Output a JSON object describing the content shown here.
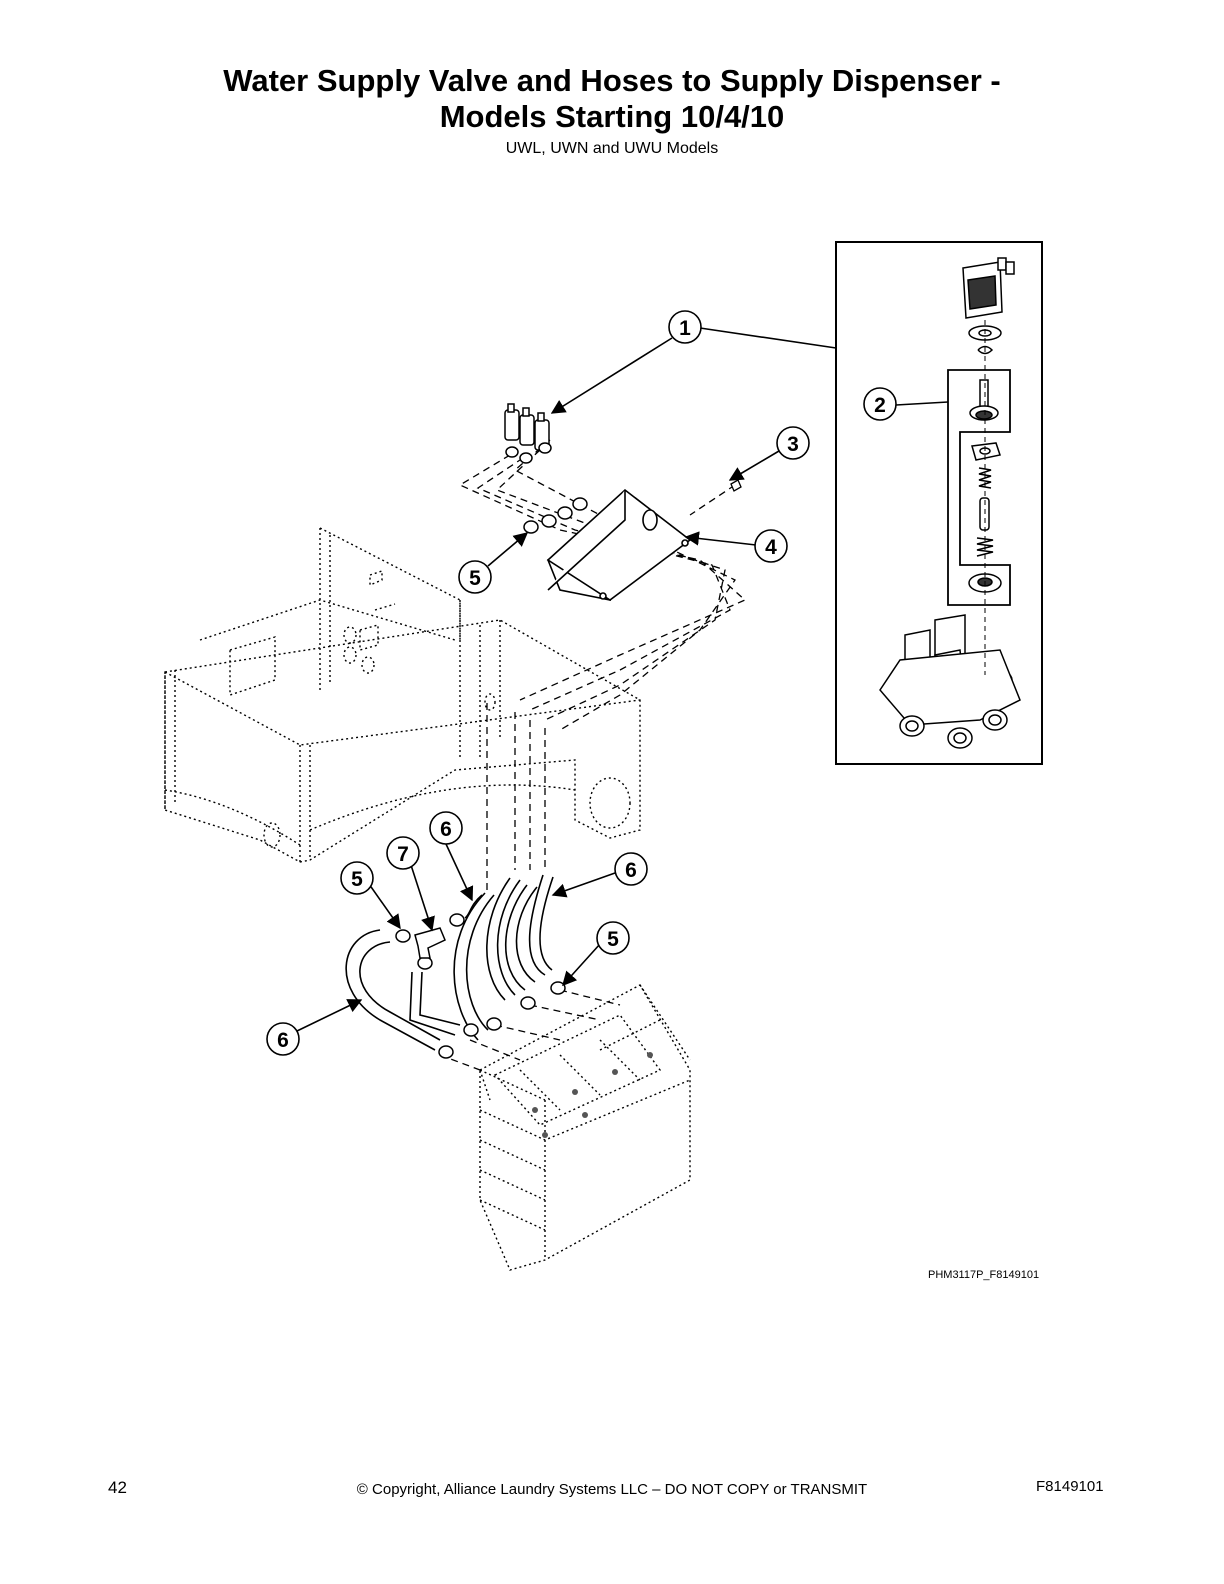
{
  "header": {
    "title_line1": "Water Supply Valve and Hoses to Supply Dispenser -",
    "title_line2": "Models Starting 10/4/10",
    "subtitle": "UWL, UWN and UWU Models"
  },
  "diagram": {
    "figure_code": "PHM3117P_F8149101",
    "callouts": [
      "1",
      "2",
      "3",
      "4",
      "5",
      "5",
      "5",
      "6",
      "6",
      "6",
      "6",
      "7"
    ]
  },
  "footer": {
    "page_number": "42",
    "copyright": "© Copyright, Alliance Laundry Systems LLC – DO NOT COPY or TRANSMIT",
    "doc_code": "F8149101"
  }
}
